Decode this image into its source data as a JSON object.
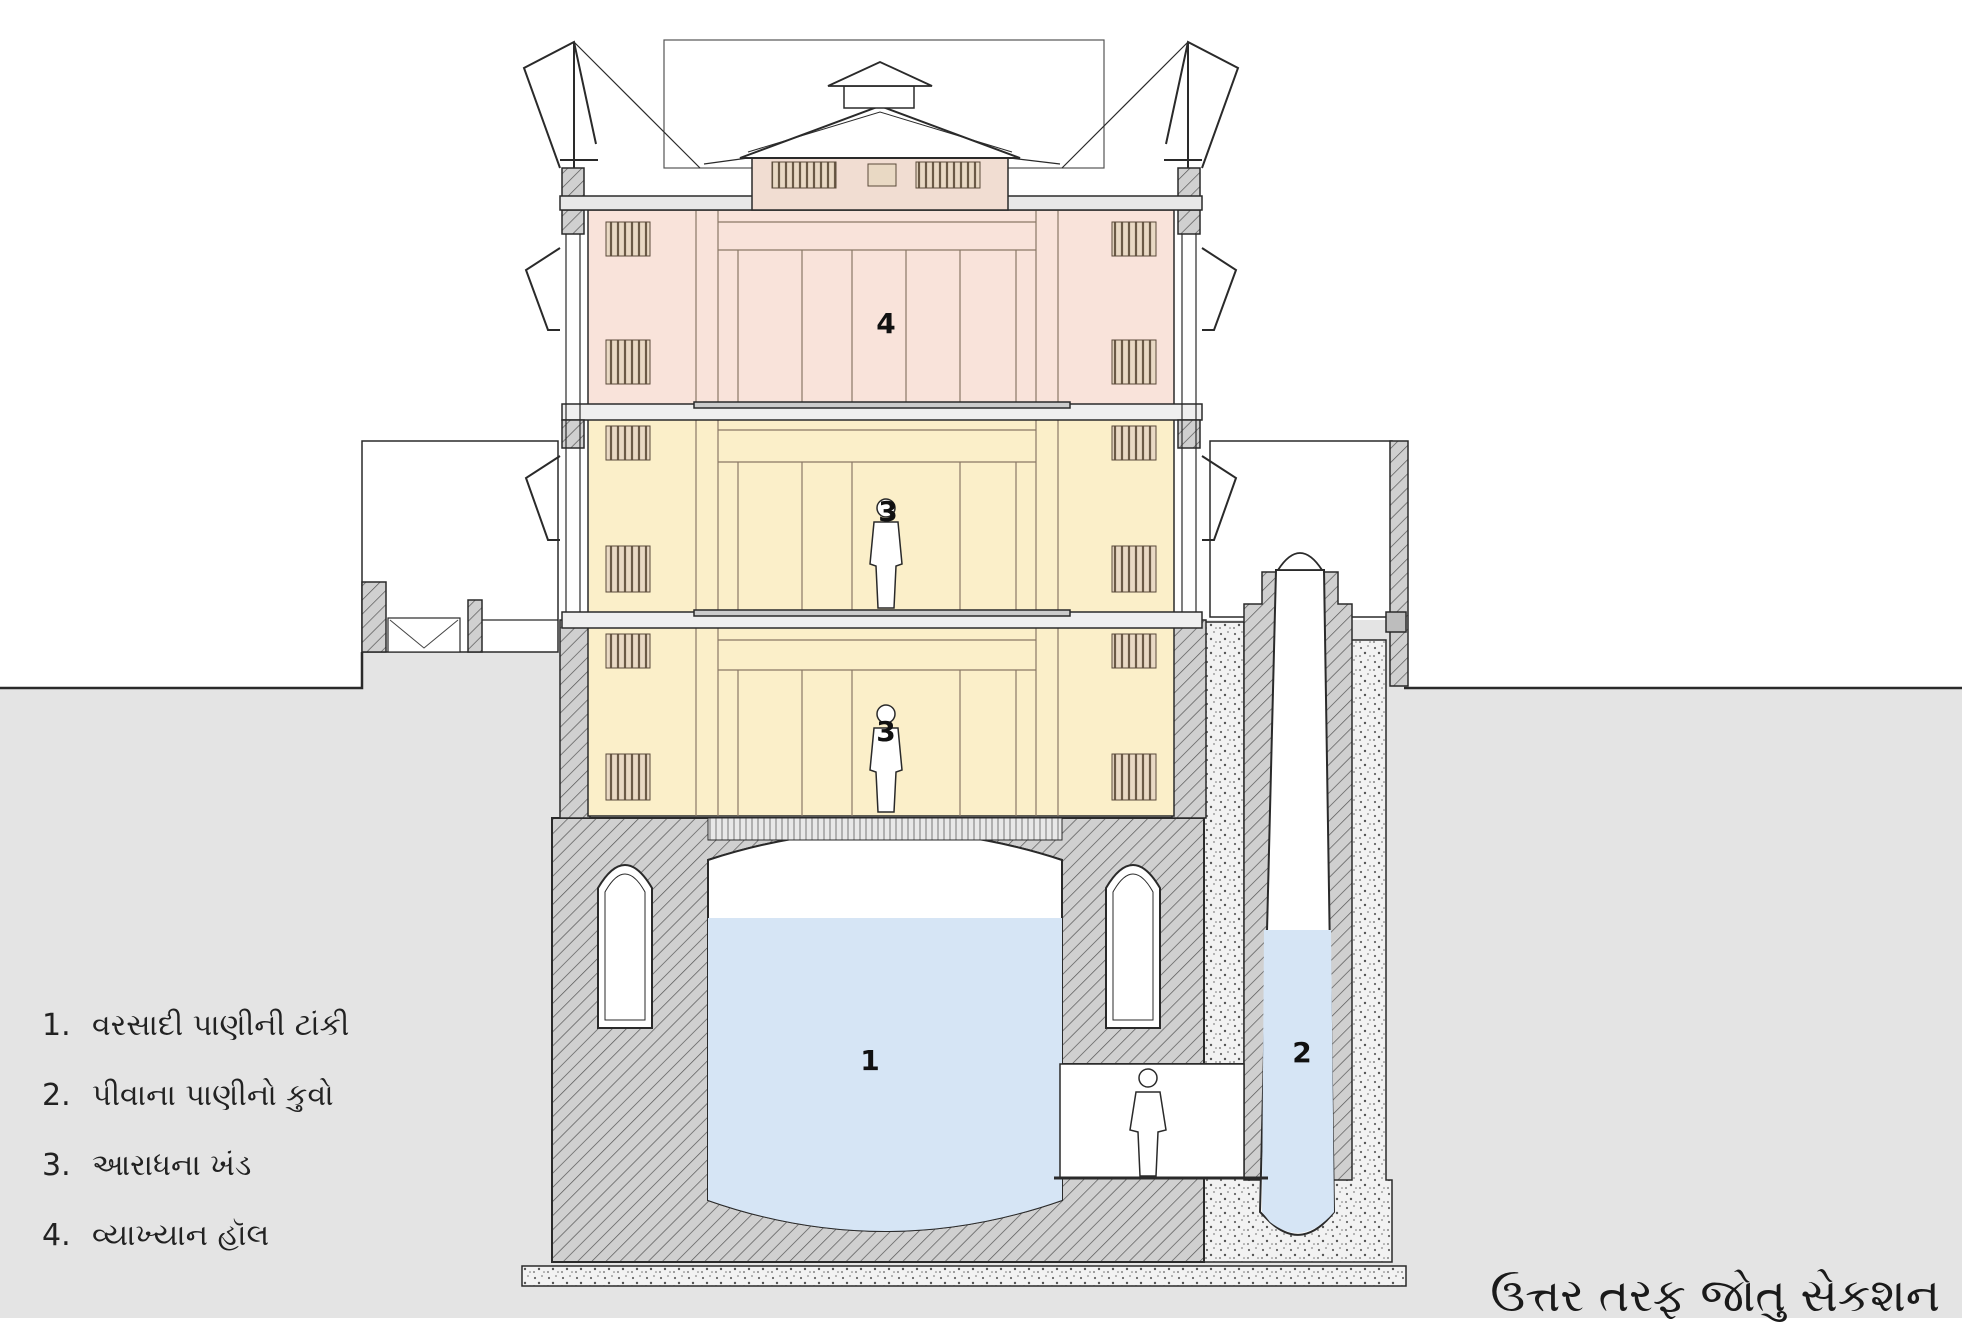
{
  "legend": [
    {
      "number": "1.",
      "label": "વરસાદી પાણીની ટાંકી"
    },
    {
      "number": "2.",
      "label": "પીવાના પાણીનો કુવો"
    },
    {
      "number": "3.",
      "label": "આરાધના ખંડ"
    },
    {
      "number": "4.",
      "label": "વ્યાખ્યાન હૉલ"
    }
  ],
  "callouts": {
    "tank": "1",
    "well": "2",
    "prayer_upper": "3",
    "prayer_lower": "3",
    "hall": "4"
  },
  "title": "ઉત્તર તરફ જોતુ સેકશન",
  "colors": {
    "ground": "#e4e4e4",
    "hall_fill": "#f9e3da",
    "prayer_fill": "#fbefc9",
    "water": "#d6e5f5",
    "masonry": "#c9c9c9",
    "line": "#2a2a2a"
  }
}
